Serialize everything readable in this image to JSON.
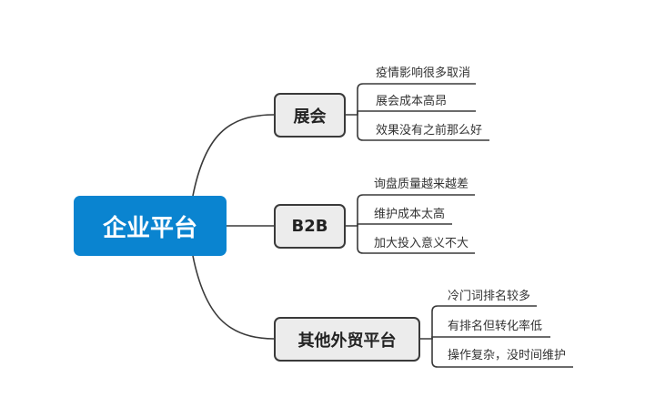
{
  "root": {
    "label": "企业平台"
  },
  "branches": [
    {
      "label": "展会",
      "items": [
        "疫情影响很多取消",
        "展会成本高昂",
        "效果没有之前那么好"
      ]
    },
    {
      "label": "B2B",
      "items": [
        "询盘质量越来越差",
        "维护成本太高",
        "加大投入意义不大"
      ]
    },
    {
      "label": "其他外贸平台",
      "items": [
        "冷门词排名较多",
        "有排名但转化率低",
        "操作复杂，没时间维护"
      ]
    }
  ],
  "colors": {
    "root_fill": "#0a84d0",
    "topic_fill": "#ececec",
    "line": "#3a3a3a"
  }
}
